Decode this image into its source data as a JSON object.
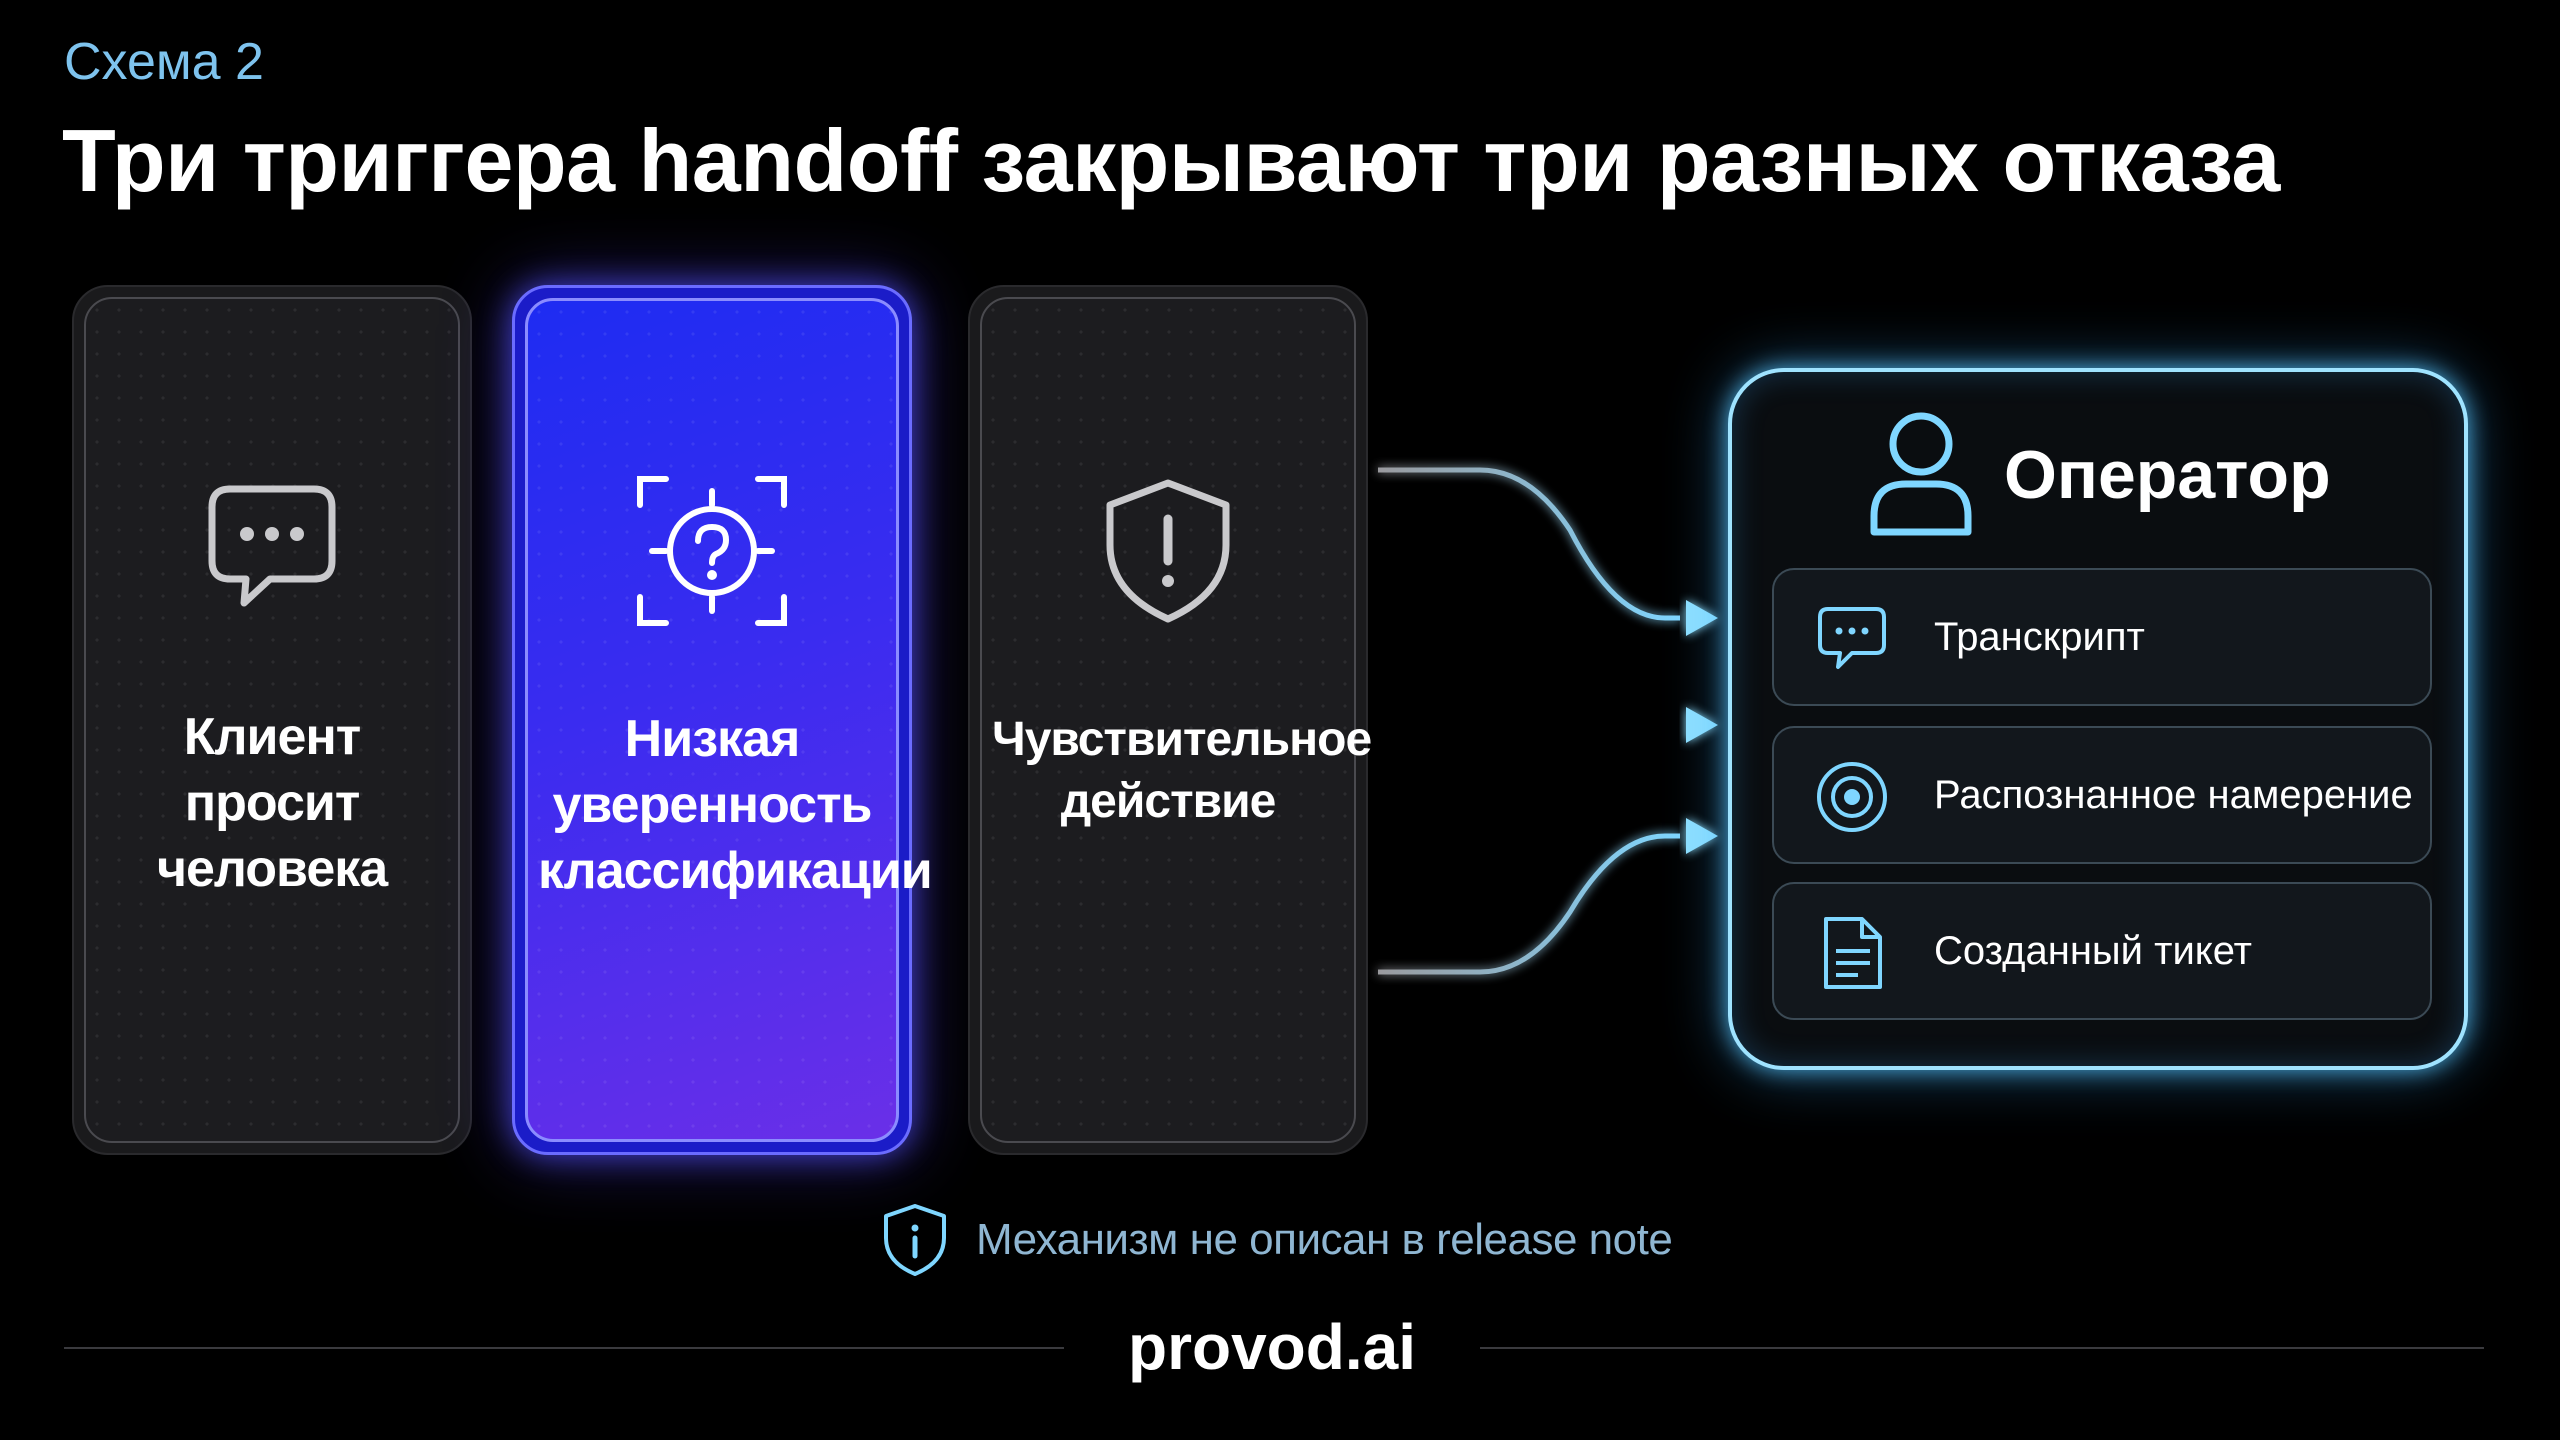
{
  "eyebrow": "Схема 2",
  "headline": "Три триггера handoff закрывают три разных отказа",
  "triggers": [
    {
      "label": "Клиент\nпросит\nчеловека",
      "icon": "chat-bubble-icon"
    },
    {
      "label": "Низкая\nуверенность\nклассификации",
      "icon": "question-focus-icon"
    },
    {
      "label": "Чувствительное\nдействие",
      "icon": "shield-alert-icon"
    }
  ],
  "operator": {
    "title": "Оператор",
    "icon": "user-icon",
    "rows": [
      {
        "label": "Транскрипт",
        "icon": "chat-bubble-icon"
      },
      {
        "label": "Распознанное намерение",
        "icon": "target-icon"
      },
      {
        "label": "Созданный тикет",
        "icon": "document-icon"
      }
    ]
  },
  "note": {
    "text": "Механизм не описан в release note",
    "icon": "shield-info-icon"
  },
  "brand": "provod.ai",
  "colors": {
    "accent_cyan": "#9fe3ff",
    "highlight_card": "#2a2cf0",
    "eyebrow": "#7ec3ee",
    "note_text": "#8fb6d2"
  }
}
